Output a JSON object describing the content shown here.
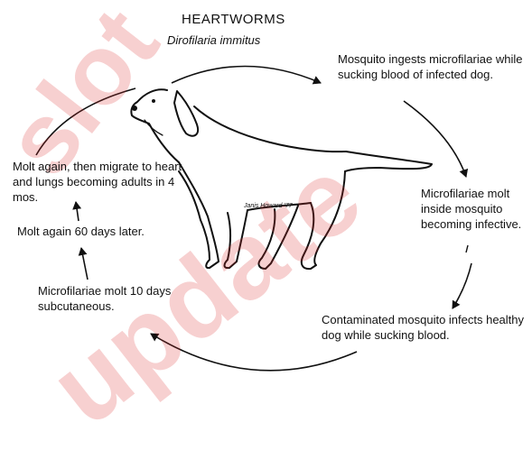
{
  "title": "HEARTWORMS",
  "subtitle": "Dirofilaria immitus",
  "stages": {
    "s1": "Mosquito ingests microfilariae while sucking blood of infected dog.",
    "s2": "Microfilariae molt inside mosquito becoming infective.",
    "s3": "Contaminated mosquito infects healthy dog while sucking blood.",
    "s4": "Microfilariae molt 10 days subcutaneous.",
    "s5": "Molt again 60 days later.",
    "s6": "Molt again, then migrate to heart and lungs becoming adults in 4 mos."
  },
  "artist_signature": "Janis Howard '77",
  "watermark": "slot update",
  "colors": {
    "ink": "#111111",
    "watermark": "#dc2828"
  }
}
